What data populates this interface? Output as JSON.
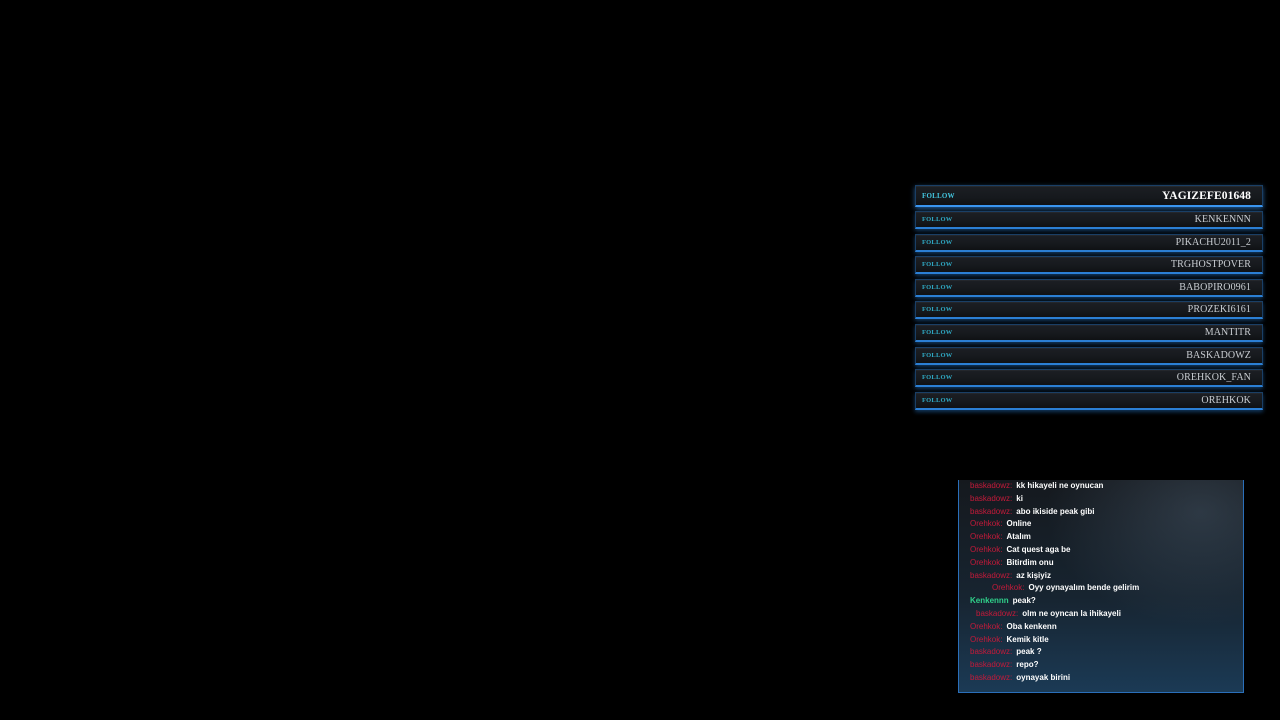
{
  "followers": {
    "follow_label": "FOLLOW",
    "items": [
      {
        "name": "YAGIZEFE01648"
      },
      {
        "name": "KENKENNN"
      },
      {
        "name": "PIKACHU2011_2"
      },
      {
        "name": "TRGHOSTPOVER"
      },
      {
        "name": "BABOPIRO0961"
      },
      {
        "name": "PROZEKI6161"
      },
      {
        "name": "MANTITR"
      },
      {
        "name": "BASKADOWZ"
      },
      {
        "name": "OREHKOK_FAN"
      },
      {
        "name": "OREHKOK"
      }
    ]
  },
  "chat": {
    "messages": [
      {
        "user": "baskadowz:",
        "text": "kk hikayeli ne oynucan"
      },
      {
        "user": "baskadowz:",
        "text": "ki"
      },
      {
        "user": "baskadowz:",
        "text": "abo ikiside peak gibi"
      },
      {
        "user": "Orehkok:",
        "text": "Online"
      },
      {
        "user": "Orehkok:",
        "text": "Atalım"
      },
      {
        "user": "Orehkok:",
        "text": "Cat quest aga be"
      },
      {
        "user": "Orehkok:",
        "text": "Bitirdim onu"
      },
      {
        "user": "baskadowz:",
        "text": "az kişiyiz"
      },
      {
        "user": "Orehkok:",
        "text": "Oyy oynayalım bende gelirim"
      },
      {
        "user": "Kenkennn",
        "text": "peak?"
      },
      {
        "user": "baskadowz:",
        "text": "olm ne oyncan la ihikayeli"
      },
      {
        "user": "Orehkok:",
        "text": "Oba kenkenn"
      },
      {
        "user": "Orehkok:",
        "text": "Kemik kitle"
      },
      {
        "user": "baskadowz:",
        "text": "peak ?"
      },
      {
        "user": "baskadowz:",
        "text": "repo?"
      },
      {
        "user": "baskadowz:",
        "text": "oynayak birini"
      }
    ]
  },
  "colors": {
    "background": "#000000",
    "row_border_accent": "#2b7fd4",
    "follow_label": "#2fa9c4",
    "chat_username": "#c41a3a",
    "chat_username_highlight": "#2fd08a",
    "chat_message": "#ffffff"
  }
}
